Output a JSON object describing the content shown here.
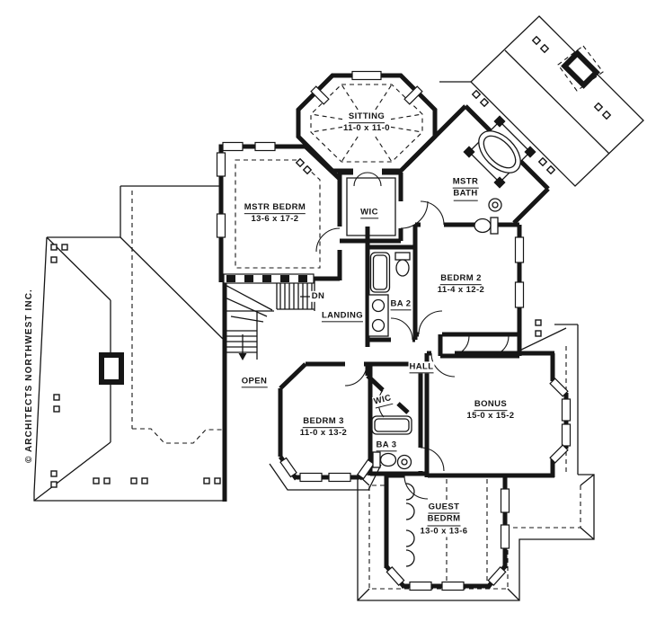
{
  "page": {
    "background": "#ffffff",
    "ink": "#161616"
  },
  "copyright": "© ARCHITECTS NORTHWEST INC.",
  "rooms": {
    "sitting": {
      "name": "SITTING",
      "dims": "11-0 x 11-0"
    },
    "mstr_bedrm": {
      "name": "MSTR BEDRM",
      "dims": "13-6 x 17-2"
    },
    "wic_master": {
      "name": "WIC"
    },
    "mstr_bath": {
      "name_line1": "MSTR",
      "name_line2": "BATH"
    },
    "bedrm2": {
      "name": "BEDRM 2",
      "dims": "11-4 x 12-2"
    },
    "ba2": {
      "name": "BA 2"
    },
    "stairs": {
      "direction": "DN"
    },
    "landing": {
      "name": "LANDING"
    },
    "hall": {
      "name": "HALL"
    },
    "open": {
      "name": "OPEN"
    },
    "bedrm3": {
      "name": "BEDRM 3",
      "dims": "11-0 x 13-2"
    },
    "wic_hall": {
      "name": "WIC"
    },
    "ba3": {
      "name": "BA 3"
    },
    "bonus": {
      "name": "BONUS",
      "dims": "15-0 x 15-2"
    },
    "guest_bedrm": {
      "name_line1": "GUEST",
      "name_line2": "BEDRM",
      "dims": "13-0 x 13-6"
    }
  }
}
